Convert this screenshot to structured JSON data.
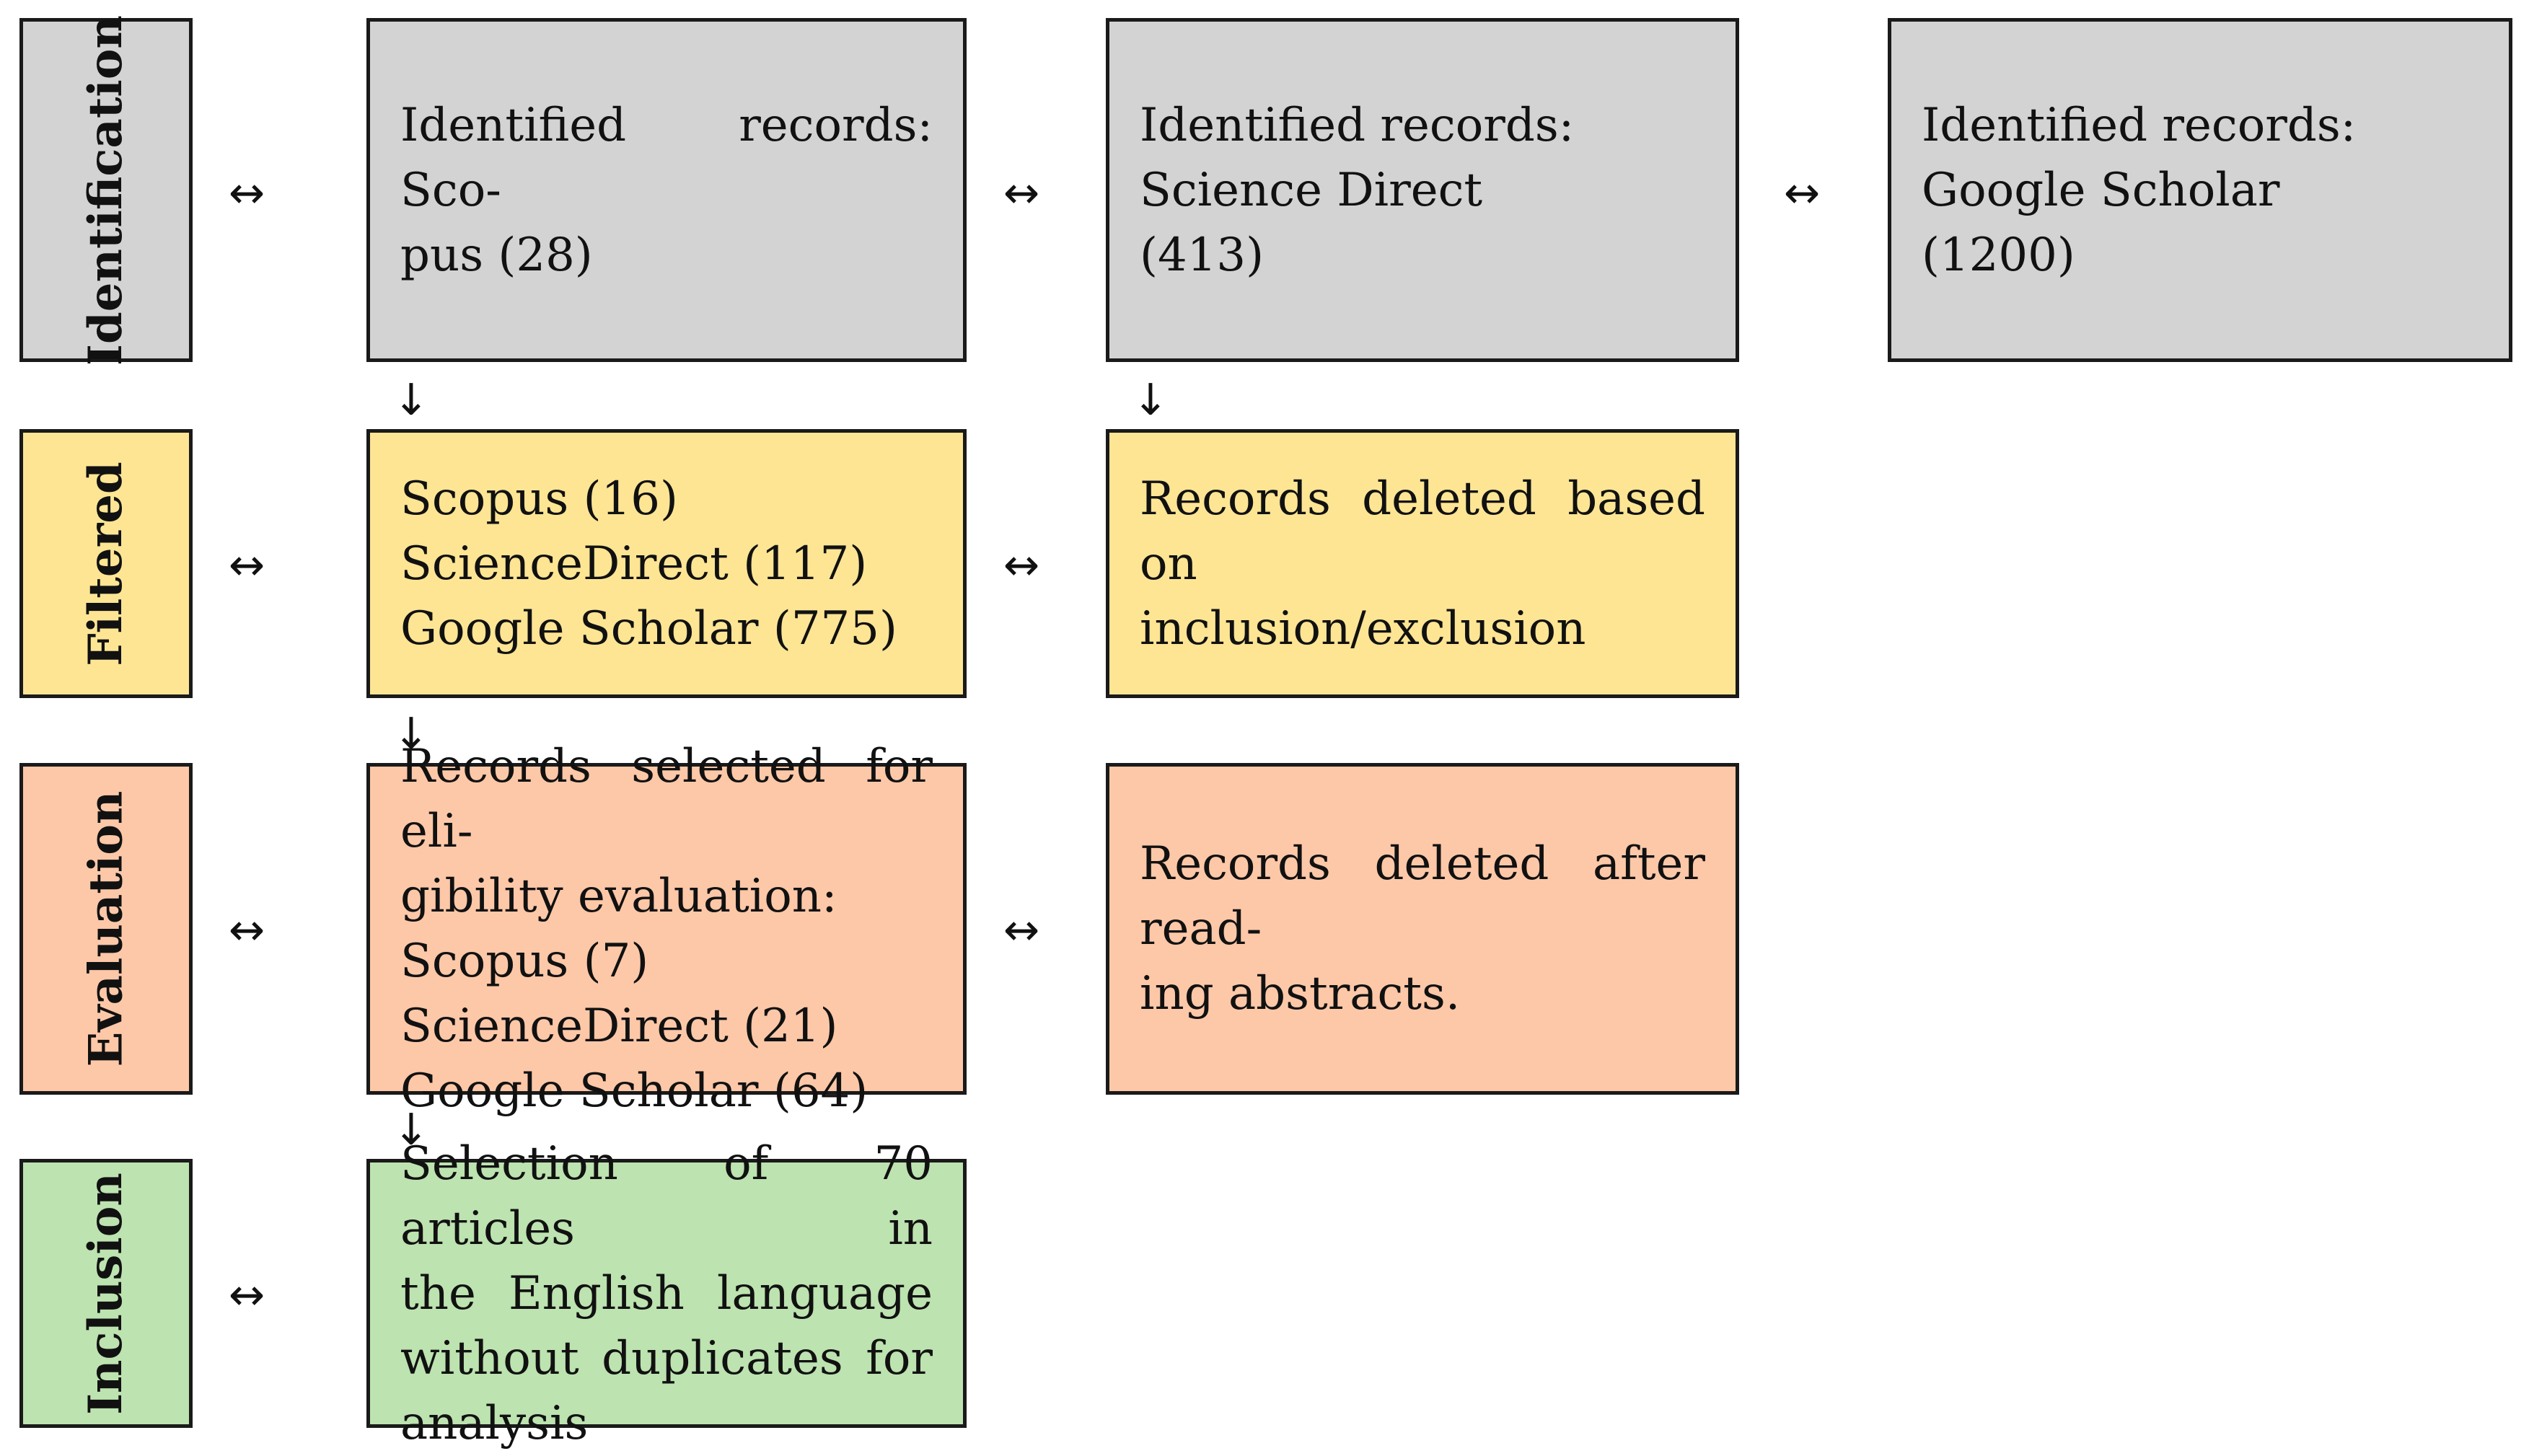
{
  "stages": {
    "identification": "Identification",
    "filtered": "Filtered",
    "evaluation": "Evaluation",
    "inclusion": "Inclusion"
  },
  "identification": {
    "scopus": {
      "line1": "Identified records: Sco-",
      "line2": "pus (28)"
    },
    "sciencedirect": {
      "line1": "Identified records:",
      "line2": "Science Direct",
      "line3": "(413)"
    },
    "googlescholar": {
      "line1": "Identified records:",
      "line2": "Google Scholar",
      "line3": "(1200)"
    }
  },
  "filtered": {
    "records": {
      "line1": "Scopus (16)",
      "line2": "ScienceDirect (117)",
      "line3": "Google Scholar (775)"
    },
    "deleted": {
      "line1": "Records deleted based on",
      "line2": "inclusion/exclusion"
    }
  },
  "evaluation": {
    "selected": {
      "line1": "Records selected for eli-",
      "line2": "gibility evaluation:",
      "line3": "Scopus (7)",
      "line4": "ScienceDirect (21)",
      "line5": "Google Scholar (64)"
    },
    "deleted": {
      "line1": "Records deleted after read-",
      "line2": "ing abstracts."
    }
  },
  "inclusion": {
    "selection": {
      "line1": "Selection of 70 articles in",
      "line2": "the English language",
      "line3": "without duplicates for",
      "line4": "analysis"
    }
  },
  "symbols": {
    "double_arrow": "↔",
    "down_arrow": "↓"
  }
}
